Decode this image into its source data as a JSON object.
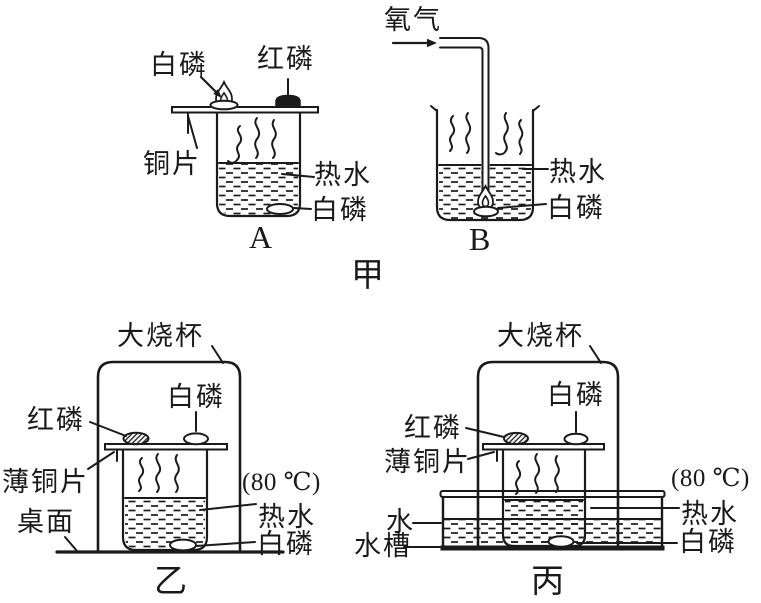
{
  "colors": {
    "ink": "#1a1a1a",
    "background": "#ffffff"
  },
  "top_section": {
    "group_label": "甲",
    "apparatus_a": {
      "letter": "A",
      "white_phosphorus_top": "白磷",
      "red_phosphorus": "红磷",
      "copper_sheet": "铜片",
      "hot_water": "热水",
      "white_phosphorus_bottom": "白磷"
    },
    "apparatus_b": {
      "letter": "B",
      "oxygen": "氧气",
      "hot_water": "热水",
      "white_phosphorus": "白磷"
    }
  },
  "apparatus_yi": {
    "group_label": "乙",
    "large_beaker": "大烧杯",
    "white_phosphorus_top": "白磷",
    "red_phosphorus": "红磷",
    "thin_copper_sheet": "薄铜片",
    "table_surface": "桌面",
    "temperature": "(80 ℃)",
    "hot_water": "热水",
    "white_phosphorus_bottom": "白磷"
  },
  "apparatus_bing": {
    "group_label": "丙",
    "large_beaker": "大烧杯",
    "white_phosphorus_top": "白磷",
    "red_phosphorus": "红磷",
    "thin_copper_sheet": "薄铜片",
    "water": "水",
    "water_trough": "水槽",
    "temperature": "(80 ℃)",
    "hot_water": "热水",
    "white_phosphorus_bottom": "白磷"
  }
}
